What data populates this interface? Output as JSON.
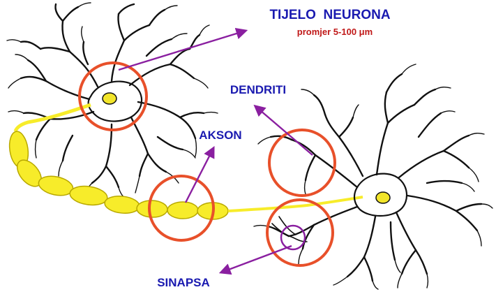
{
  "labels": {
    "cell_body": "TIJELO  NEURONA",
    "cell_body_size": "promjer 5-100 μm",
    "dendrites": "DENDRITI",
    "axon": "AKSON",
    "synapse": "SINAPSA"
  },
  "colors": {
    "label_blue": "#1a1ab0",
    "size_red": "#c01818",
    "circle": "#e8502a",
    "arrow": "#8a1fa0",
    "axon_fill": "#f7ec2a",
    "axon_stroke": "#b8a800",
    "nucleus": "#f2e52a",
    "neuron_line": "#111111"
  }
}
